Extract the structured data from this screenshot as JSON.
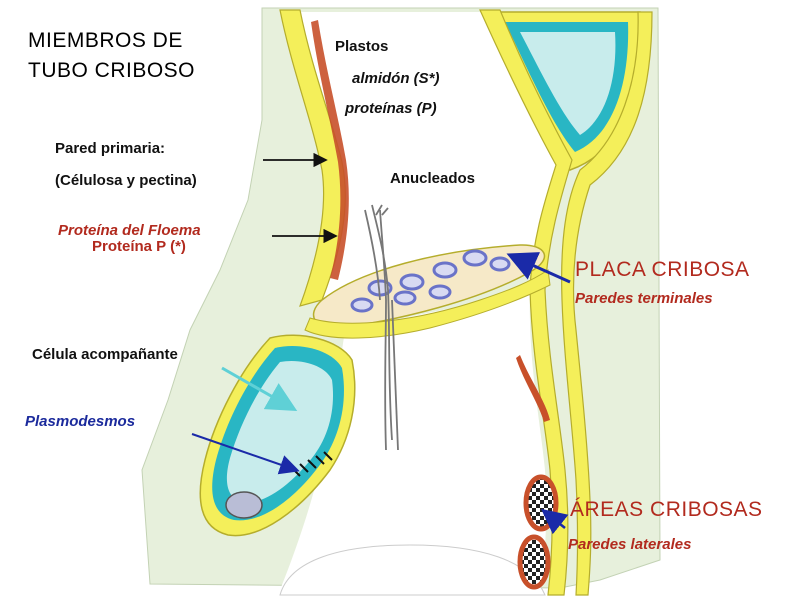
{
  "title": {
    "line1": "MIEMBROS DE",
    "line2": "TUBO CRIBOSO"
  },
  "labels": {
    "plastos": "Plastos",
    "almidon": "almidón (S*)",
    "proteinas": "proteínas (P)",
    "pared_primaria": "Pared primaria:",
    "celulosa": "(Célulosa y pectina)",
    "anucleados": "Anucleados",
    "proteina_floema": "Proteína del Floema",
    "proteina_p": "Proteína P (*)",
    "placa_cribosa": "PLACA CRIBOSA",
    "paredes_terminales": "Paredes terminales",
    "celula_acompanante": "Célula acompañante",
    "plasmodesmos": "Plasmodesmos",
    "areas_cribosas": "ÁREAS CRIBOSAS",
    "paredes_laterales": "Paredes laterales"
  },
  "colors": {
    "wall_yellow": "#f4ef5a",
    "wall_outline": "#b5ad2c",
    "cytoplasm_green": "#e7f0dc",
    "companion_cyan": "#29b6c4",
    "companion_inner": "#c8ecec",
    "plastid_red": "#c8502a",
    "sieve_plate_fill": "#f6e9c8",
    "pore_blue": "#6a73c8",
    "arrow_blue": "#1a2aa8",
    "label_red": "#b22a1e"
  }
}
